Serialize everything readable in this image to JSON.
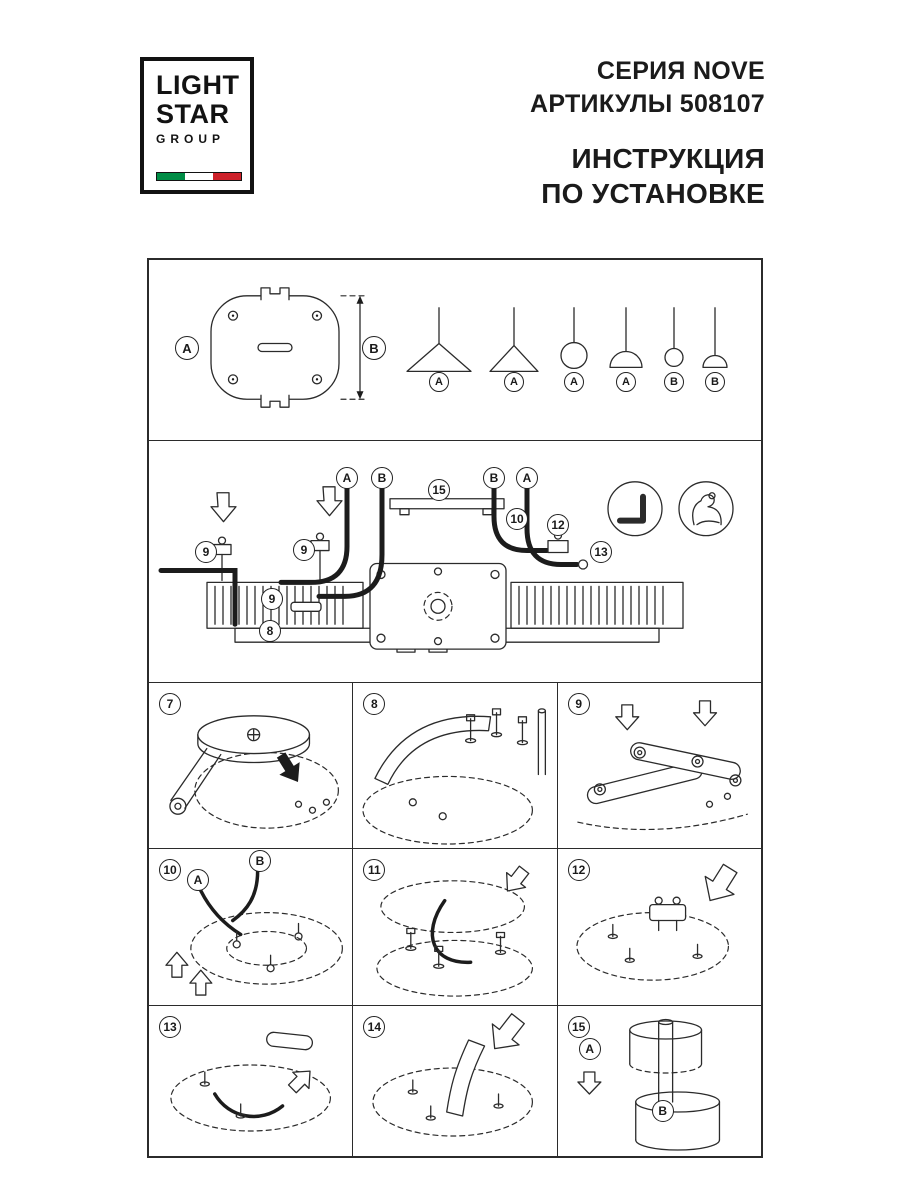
{
  "colors": {
    "line": "#2b2b2b",
    "text": "#1a1a1a",
    "flag_green": "#008C45",
    "flag_red": "#CD212A",
    "background": "#ffffff"
  },
  "logo": {
    "word1": "LIGHT",
    "word2": "STAR",
    "word3": "GROUP"
  },
  "header": {
    "series": "СЕРИЯ NOVE",
    "articles": "АРТИКУЛЫ 508107",
    "title_line1": "ИНСТРУКЦИЯ",
    "title_line2": "ПО УСТАНОВКЕ"
  },
  "overview": {
    "plate_label": "A",
    "height_label": "B",
    "shades": [
      {
        "type": "cone-wide",
        "label": "A"
      },
      {
        "type": "cone",
        "label": "A"
      },
      {
        "type": "ball",
        "label": "A"
      },
      {
        "type": "half-dome",
        "label": "A"
      },
      {
        "type": "ball-small",
        "label": "B"
      },
      {
        "type": "half-dome-small",
        "label": "B"
      }
    ]
  },
  "wiring": {
    "cable_left_a": "A",
    "cable_left_b": "B",
    "cable_right_b": "B",
    "cable_right_a": "A",
    "callout_rail": "15",
    "callout_10": "10",
    "callout_12": "12",
    "callout_13": "13",
    "callout_9_left1": "9",
    "callout_9_left2": "9",
    "callout_9_arm": "9",
    "callout_8": "8",
    "tools": [
      "allen-key",
      "hand-tighten"
    ]
  },
  "steps": [
    {
      "num": "7"
    },
    {
      "num": "8"
    },
    {
      "num": "9"
    },
    {
      "num": "10",
      "labels": {
        "b": "B",
        "a": "A"
      }
    },
    {
      "num": "11"
    },
    {
      "num": "12"
    },
    {
      "num": "13"
    },
    {
      "num": "14"
    },
    {
      "num": "15",
      "labels": {
        "a": "A",
        "b": "B"
      }
    }
  ]
}
